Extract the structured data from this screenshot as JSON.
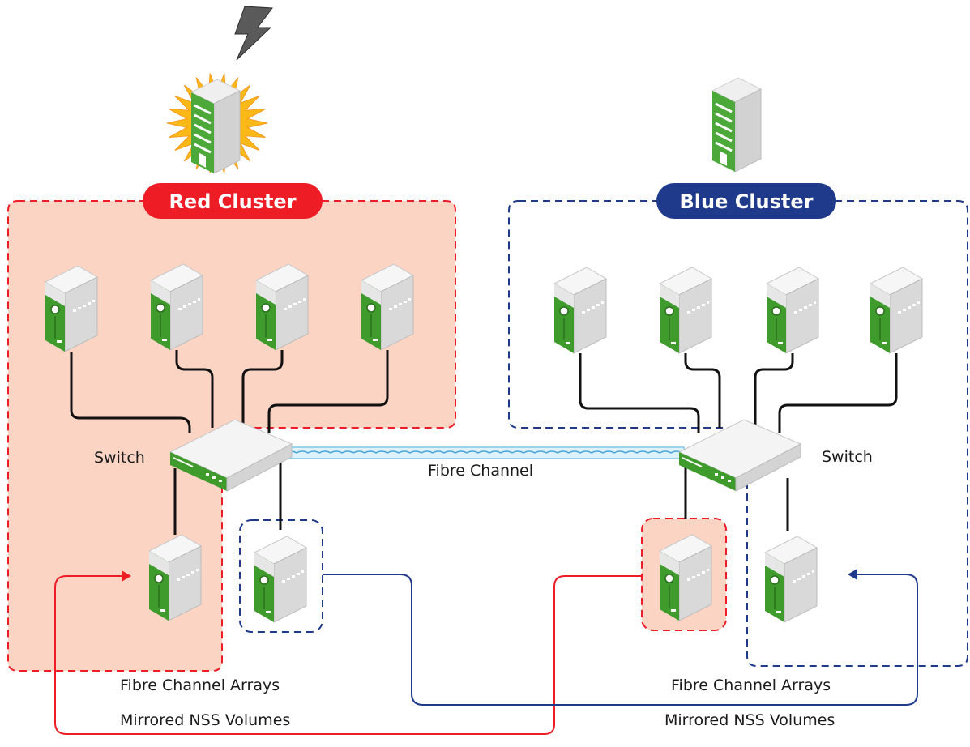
{
  "clusters": {
    "red": {
      "label": "Red Cluster",
      "color": "#ee1c25",
      "fill": "#fbd4c4"
    },
    "blue": {
      "label": "Blue Cluster",
      "color": "#1f3a8a"
    }
  },
  "labels": {
    "switch_left": "Switch",
    "switch_right": "Switch",
    "fibre_channel": "Fibre Channel",
    "arrays_left": "Fibre Channel Arrays",
    "arrays_right": "Fibre Channel Arrays",
    "mirrored_left": "Mirrored NSS Volumes",
    "mirrored_right": "Mirrored NSS Volumes"
  },
  "icons": {
    "lightning": "lightning-bolt-icon",
    "burst": "explosion-burst-icon",
    "building": "office-building-icon",
    "server": "tower-server-icon",
    "switch": "network-switch-icon"
  },
  "colors": {
    "server_green": "#3f9b2c",
    "cable": "#111111",
    "fibre": "#7fc8e8"
  }
}
